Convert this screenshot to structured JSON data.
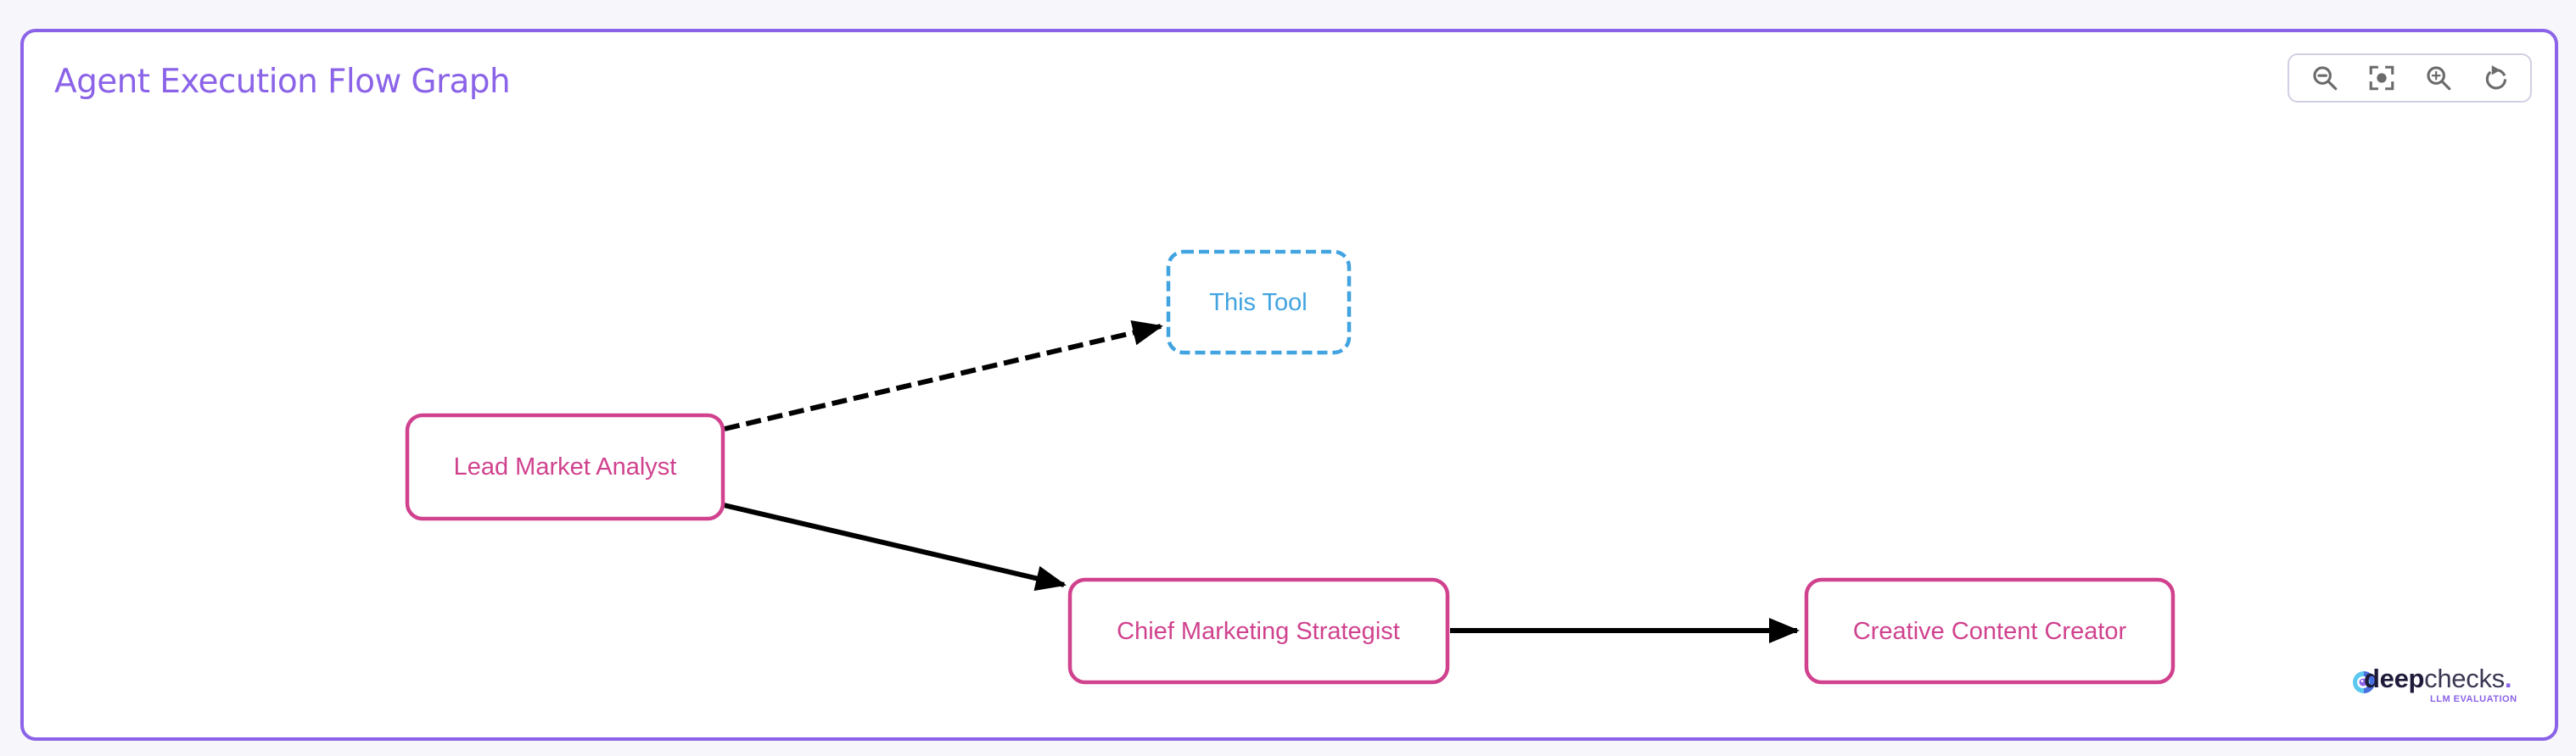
{
  "panel": {
    "title": "Agent Execution Flow Graph"
  },
  "toolbar": {
    "buttons": [
      {
        "id": "zoom-out",
        "icon": "zoom-out-icon"
      },
      {
        "id": "fit-view",
        "icon": "focus-center-icon"
      },
      {
        "id": "zoom-in",
        "icon": "zoom-in-icon"
      },
      {
        "id": "reset",
        "icon": "reset-rotate-icon"
      }
    ]
  },
  "graph": {
    "nodes": [
      {
        "id": "lead-market-analyst",
        "label": "Lead Market Analyst",
        "type": "agent"
      },
      {
        "id": "this-tool",
        "label": "This Tool",
        "type": "tool"
      },
      {
        "id": "chief-marketing-strategist",
        "label": "Chief Marketing Strategist",
        "type": "agent"
      },
      {
        "id": "creative-content-creator",
        "label": "Creative Content Creator",
        "type": "agent"
      }
    ],
    "edges": [
      {
        "from": "lead-market-analyst",
        "to": "this-tool",
        "style": "dashed"
      },
      {
        "from": "lead-market-analyst",
        "to": "chief-marketing-strategist",
        "style": "solid"
      },
      {
        "from": "chief-marketing-strategist",
        "to": "creative-content-creator",
        "style": "solid"
      }
    ],
    "colors": {
      "agent": "#d0428e",
      "tool": "#41a3e0",
      "edge": "#000000",
      "accent": "#8b63e8"
    }
  },
  "branding": {
    "word_bold": "deep",
    "word_light": "checks",
    "dot": ".",
    "subtitle": "LLM EVALUATION"
  }
}
